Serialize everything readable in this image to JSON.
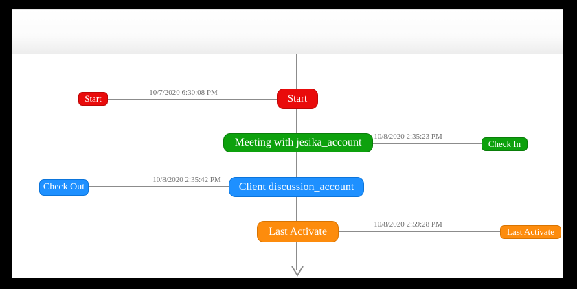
{
  "window": {
    "frame_color": "#000000",
    "canvas_color": "#ffffff"
  },
  "diagram": {
    "type": "timeline-flow",
    "axis_color": "#8c8c8c",
    "rows": [
      {
        "center_label": "Start",
        "side_label": "Start",
        "side": "left",
        "timestamp": "10/7/2020 6:30:08 PM",
        "color": "#e90b0b"
      },
      {
        "center_label": "Meeting with jesika_account",
        "side_label": "Check In",
        "side": "right",
        "timestamp": "10/8/2020 2:35:23 PM",
        "color": "#0da10d"
      },
      {
        "center_label": "Client discussion_account",
        "side_label": "Check Out",
        "side": "left",
        "timestamp": "10/8/2020 2:35:42 PM",
        "color": "#1e90ff"
      },
      {
        "center_label": "Last Activate",
        "side_label": "Last Activate",
        "side": "right",
        "timestamp": "10/8/2020 2:59:28 PM",
        "color": "#fd8c0d"
      }
    ]
  }
}
